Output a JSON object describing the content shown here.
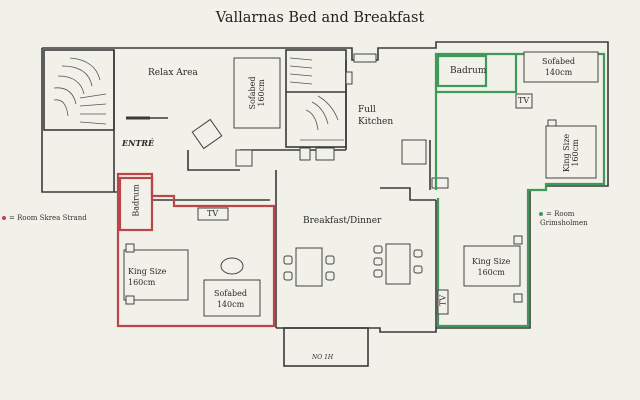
{
  "title": "Vallarnas Bed and Breakfast",
  "rooms": {
    "relax_area": "Relax Area",
    "sofabed_relax": "Sofabed\n160cm",
    "full_kitchen": "Full\nKitchen",
    "entre": "ENTRÉ",
    "breakfast_dinner": "Breakfast/Dinner",
    "badrum_red": "Badrum",
    "tv_red": "TV",
    "king_red": "King Size\n160cm",
    "sofabed_red": "Sofabed\n140cm",
    "badrum_green": "Badrum",
    "sofabed_green": "Sofabed\n140cm",
    "tv_green_top": "TV",
    "king_green_top": "King Size\n160cm",
    "king_green_bottom": "King Size\n160cm",
    "tv_green_bottom": "TV",
    "deck": "NO 1H"
  },
  "legend": {
    "red": "= Room Skrea Strand",
    "green_line1": "= Room",
    "green_line2": "Grimsholmen"
  },
  "colors": {
    "red_room": "#b9474a",
    "green_room": "#3f9a5a",
    "wall": "#3a3a3a",
    "paper": "#f1f0e9"
  }
}
